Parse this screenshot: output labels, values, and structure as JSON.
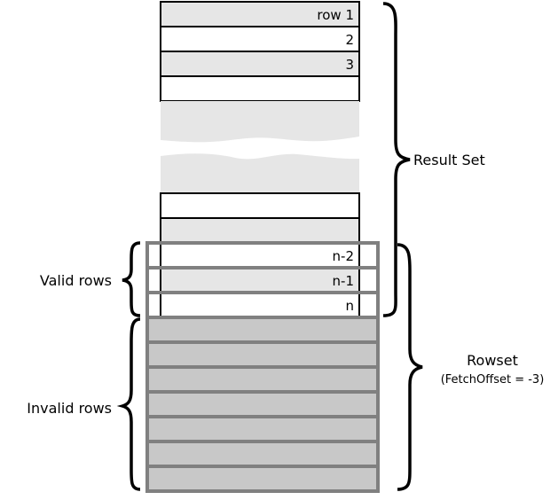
{
  "colors": {
    "light_fill": "#e6e6e6",
    "dark_fill": "#c8c8c8",
    "rowset_border": "#808080",
    "ink": "#000000"
  },
  "result_set": {
    "label": "Result Set",
    "top_rows": [
      {
        "label": "row 1",
        "shaded": true
      },
      {
        "label": "2",
        "shaded": false
      },
      {
        "label": "3",
        "shaded": true
      },
      {
        "label": "",
        "shaded": false
      }
    ],
    "bottom_rows": [
      {
        "label": "",
        "shaded": false
      },
      {
        "label": "",
        "shaded": true
      },
      {
        "label": "n-2",
        "shaded": false
      },
      {
        "label": "n-1",
        "shaded": true
      },
      {
        "label": "n",
        "shaded": false
      }
    ]
  },
  "rowset": {
    "label": "Rowset",
    "sublabel": "(FetchOffset = -3)",
    "valid_label": "Valid rows",
    "invalid_label": "Invalid rows",
    "valid_count": 3,
    "invalid_count": 7
  }
}
